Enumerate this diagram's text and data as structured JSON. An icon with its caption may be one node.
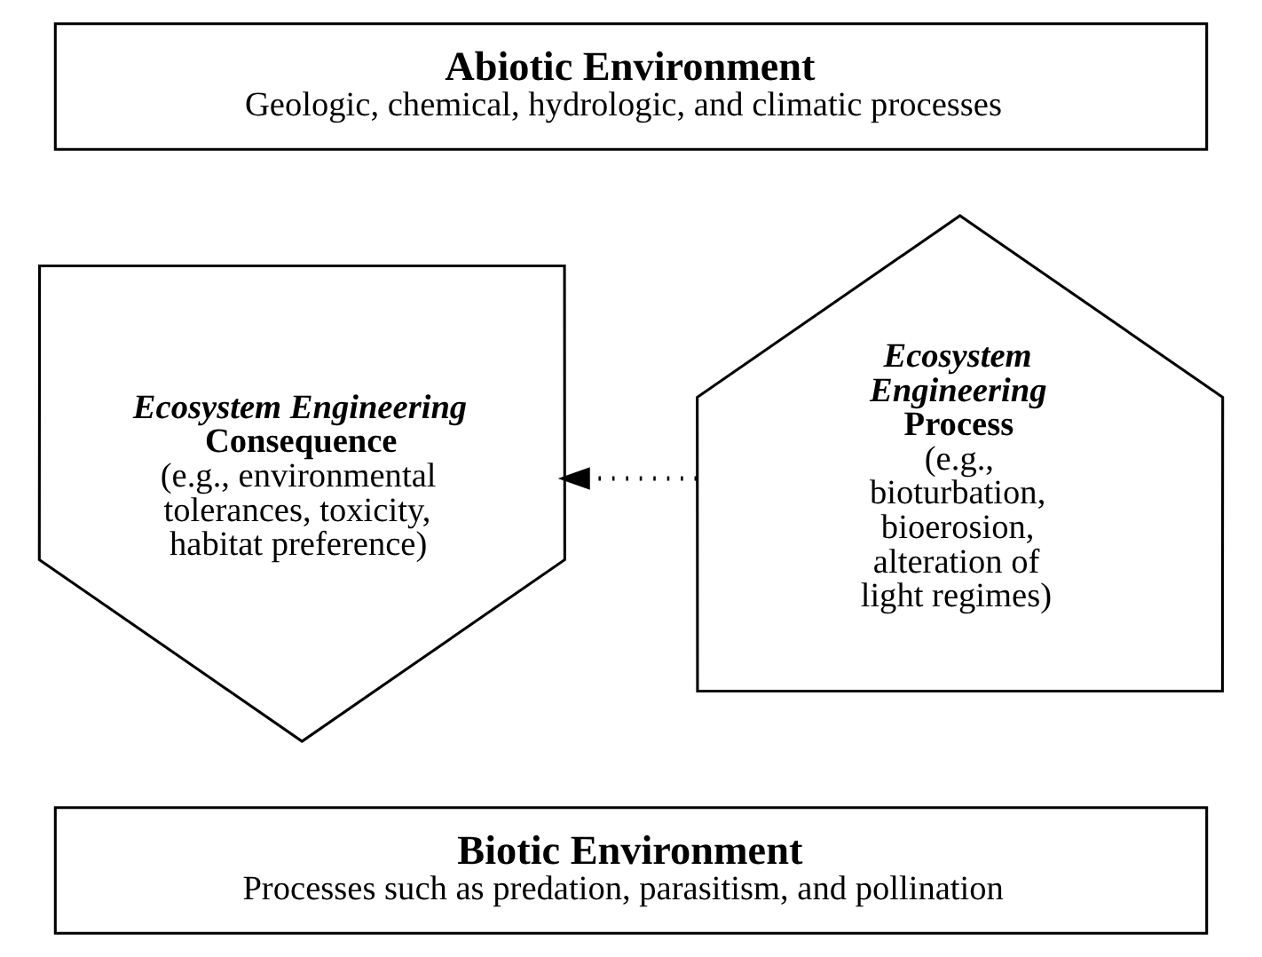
{
  "diagram": {
    "nodes": [
      {
        "text": [
          "Abiotic Environment",
          "Geologic, chemical, hydrologic, and climatic processes"
        ]
      },
      {
        "text": [
          "Ecosystem Engineering",
          "Consequence",
          "(e.g., environmental tolerances, toxicity, habitat preference)"
        ]
      },
      {
        "text": [
          "Ecosystem Engineering",
          "Process",
          "(e.g., bioturbation, bioerosion, alteration of light regimes)"
        ]
      },
      {
        "text": [
          "Biotic Environment",
          "Processes such as predation, parasitism, and pollination"
        ]
      }
    ],
    "edges": [
      {
        "from": 2,
        "to": 1,
        "arrow": "to",
        "style": "dashed"
      }
    ]
  }
}
